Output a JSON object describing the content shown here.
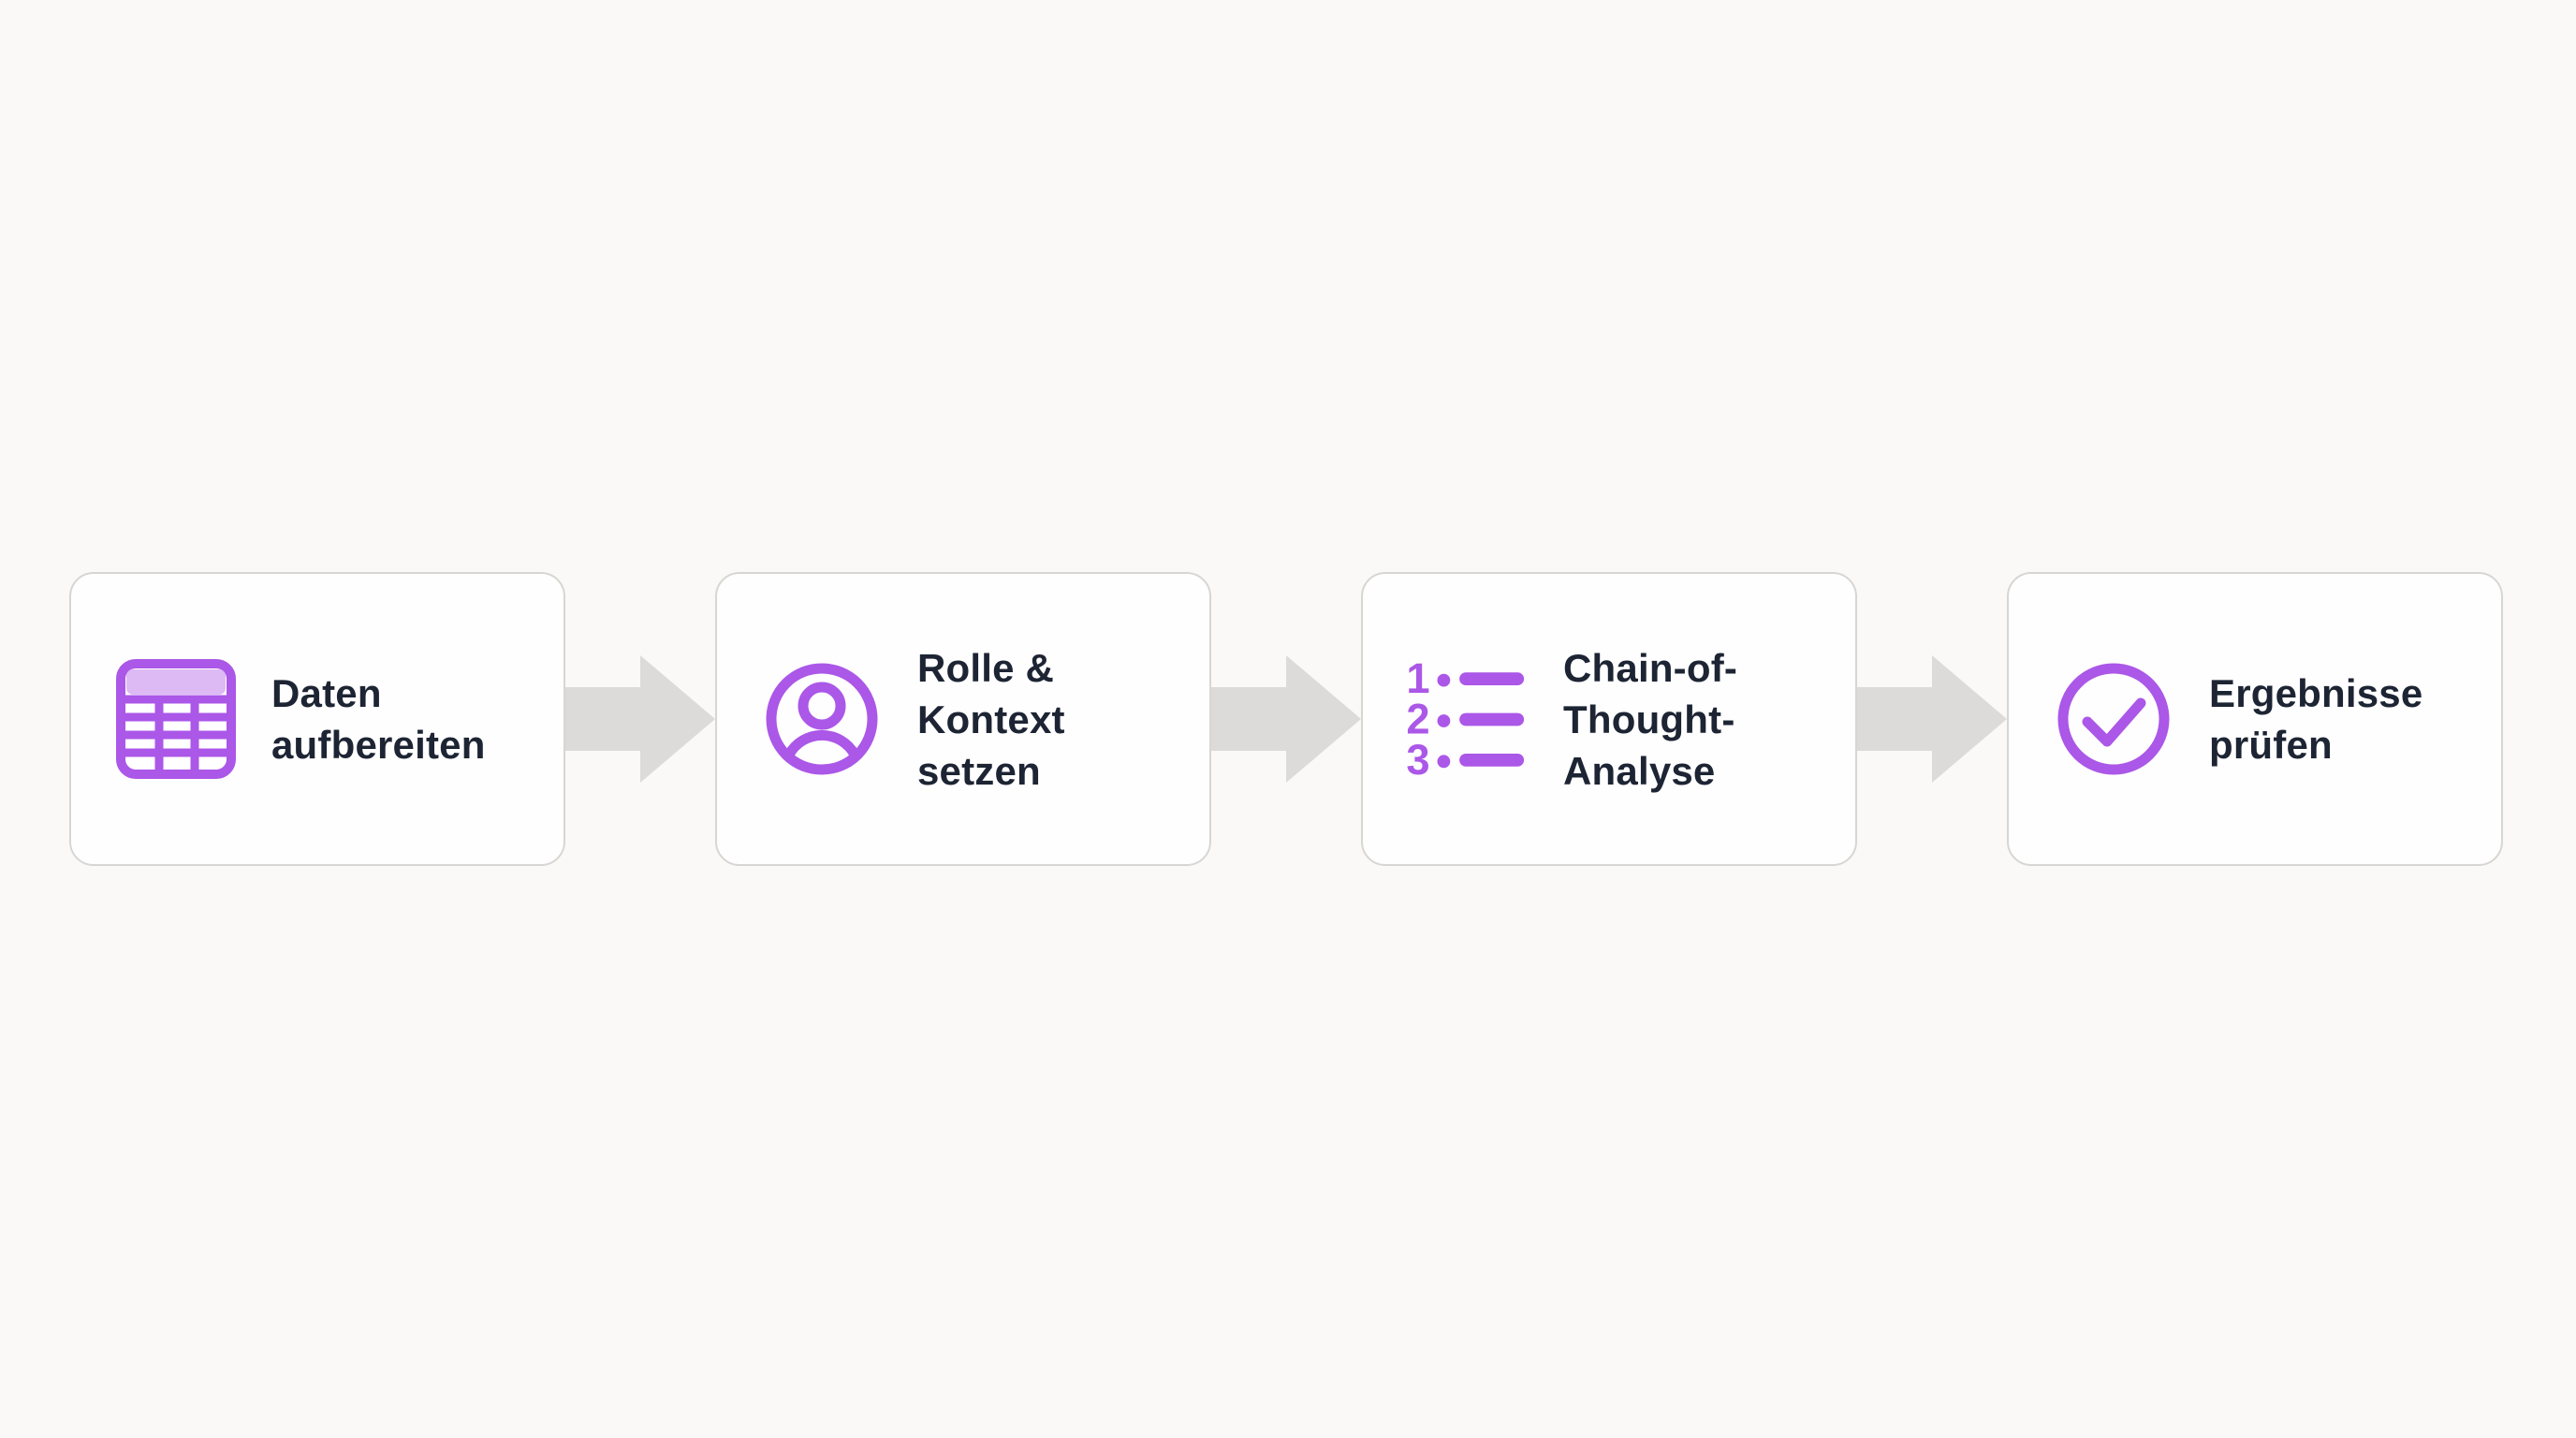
{
  "theme": {
    "page-bg": "#faf9f7",
    "card-bg": "#fefefe",
    "card-border": "#d8d6d3",
    "arrow": "#dcdbda",
    "accent": "#ab57e8",
    "accent-light": "#ddbaf4",
    "text": "#1d2433"
  },
  "diagram": {
    "type": "process-flow",
    "direction": "left-to-right",
    "connector": "solid-block-arrow",
    "steps": [
      {
        "label": "Daten\naufbereiten",
        "icon": "table-icon"
      },
      {
        "label": "Rolle &\nKontext\nsetzen",
        "icon": "user-icon"
      },
      {
        "label": "Chain-of-\nThought-\nAnalyse",
        "icon": "numbered-list-icon",
        "icon_numbers": [
          "1",
          "2",
          "3"
        ]
      },
      {
        "label": "Ergebnisse\nprüfen",
        "icon": "check-circle-icon"
      }
    ]
  }
}
